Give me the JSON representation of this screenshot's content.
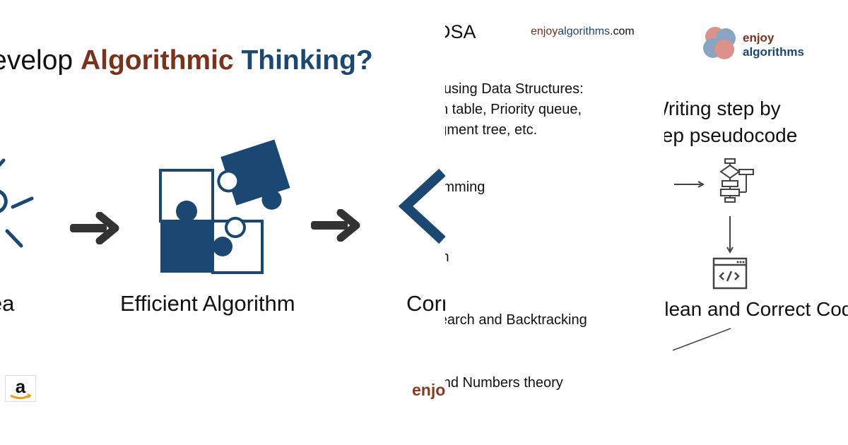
{
  "panel_a": {
    "title": {
      "part1": "Develop ",
      "part2": "Algorithmic",
      "part3": " Thinking?"
    },
    "captions": {
      "idea": "Idea",
      "efficient": "Efficient Algorithm",
      "correct": "Correct Code"
    },
    "bottom_brand": "enjoy",
    "icons": [
      "lightbulb-icon",
      "arrow-right-icon",
      "puzzle-icon",
      "arrow-right-icon",
      "code-chevron-icon",
      "amazon-logo-icon"
    ]
  },
  "panel_b": {
    "title": "DSA",
    "brand_url": {
      "a": "enjoy",
      "b": "algorithms",
      "c": ".com"
    },
    "topics": [
      "Problem solving using Data Structures:",
      "Array, Hash table, Priority queue,",
      "BST, Segment tree, etc.",
      "Dynamic Programming",
      "Binary Search",
      "Exhaustive Search and Backtracking",
      "Recursion and Numbers theory"
    ]
  },
  "panel_c": {
    "logo": {
      "line1": "enjoy",
      "line2": "algorithms"
    },
    "line1": "Writing step by",
    "line2": "step pseudocode",
    "caption": "Clean and Correct Code",
    "icons": [
      "flowchart-icon",
      "code-window-icon",
      "arrow-down-icon"
    ]
  },
  "colors": {
    "brown": "#7a321b",
    "blue": "#1b4873",
    "dark_arrow": "#333333"
  }
}
